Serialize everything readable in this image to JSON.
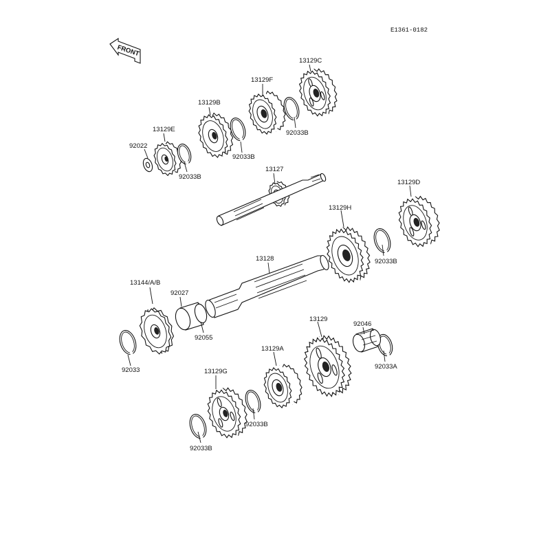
{
  "reference_code": "E1361-0182",
  "front_arrow": {
    "label": "FRONT"
  },
  "parts": {
    "p_92022": "92022",
    "p_13129E": "13129E",
    "p_92033B_1": "92033B",
    "p_13129B": "13129B",
    "p_92033B_2": "92033B",
    "p_13129F": "13129F",
    "p_92033B_3": "92033B",
    "p_13129C": "13129C",
    "p_13127": "13127",
    "p_13129D": "13129D",
    "p_13129H": "13129H",
    "p_92033B_4": "92033B",
    "p_13128": "13128",
    "p_13144": "13144/A/B",
    "p_92027": "92027",
    "p_92055": "92055",
    "p_92033": "92033",
    "p_13129": "13129",
    "p_92046": "92046",
    "p_92033A": "92033A",
    "p_13129A": "13129A",
    "p_13129G": "13129G",
    "p_92033B_5": "92033B",
    "p_92033B_6": "92033B"
  }
}
